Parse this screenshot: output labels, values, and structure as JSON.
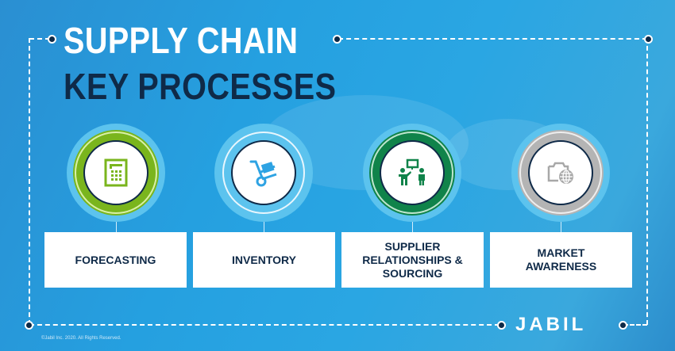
{
  "header": {
    "title_line1": "SUPPLY CHAIN",
    "title_line2": "KEY PROCESSES"
  },
  "processes": [
    {
      "label": "FORECASTING",
      "icon": "calculator-icon",
      "ring_color": "#7ab51d",
      "icon_color": "#7ab51d"
    },
    {
      "label": "INVENTORY",
      "icon": "hand-truck-icon",
      "ring_color": "#5cc3ee",
      "icon_color": "#2ea3e3"
    },
    {
      "label": "SUPPLIER\nRELATIONSHIPS &\nSOURCING",
      "icon": "presentation-people-icon",
      "ring_color": "#10834a",
      "icon_color": "#10834a"
    },
    {
      "label": "MARKET\nAWARENESS",
      "icon": "camera-globe-icon",
      "ring_color": "#b4b4b4",
      "icon_color": "#a8a8a8"
    }
  ],
  "footer": {
    "copyright": "©Jabil Inc. 2020. All Rights Reserved.",
    "logo": "JABIL"
  },
  "colors": {
    "background": "#25a0e0",
    "navy": "#0f2a48",
    "light_ring": "#5cc3ee"
  }
}
